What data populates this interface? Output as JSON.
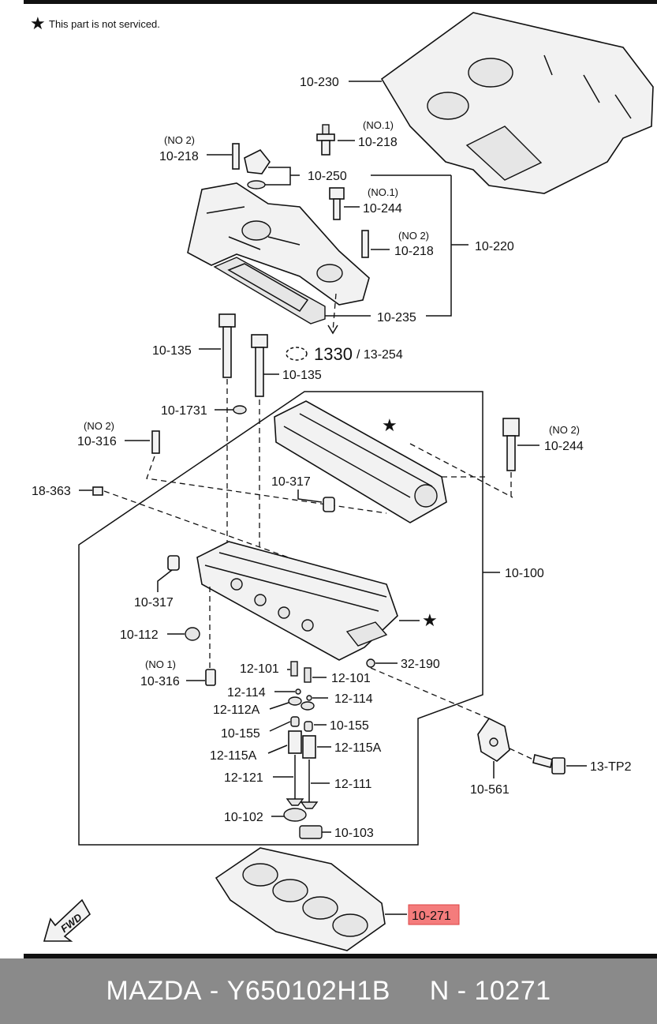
{
  "header": {
    "star_symbol": "★",
    "not_serviced_note": "This part is not serviced."
  },
  "labels": {
    "engine_cover": "10-230",
    "breather_bolt_no1_tag": "(NO.1)",
    "breather_bolt_no1": "10-218",
    "stud_no2_tag": "(NO 2)",
    "stud_no2": "10-218",
    "oil_filler_cap": "10-250",
    "bolt_10244_no1_tag": "(NO.1)",
    "bolt_10244_no1": "10-244",
    "stud_no2b_tag": "(NO 2)",
    "stud_no2b": "10-218",
    "cylinder_head_cover": "10-220",
    "cover_gasket": "10-235",
    "sealant_code": "1330",
    "sealant_ref": "/ 13-254",
    "head_bolt_a": "10-135",
    "head_bolt_b": "10-135",
    "oring_10_1731": "10-1731",
    "stud_316_no2_tag": "(NO 2)",
    "stud_316_no2": "10-316",
    "bolt_244_no2_tag": "(NO 2)",
    "bolt_244_no2": "10-244",
    "plug_18_363": "18-363",
    "dowel_317_top": "10-317",
    "cylinder_head_assy": "10-100",
    "dowel_317_left": "10-317",
    "plug_10_112": "10-112",
    "dowel_316_no1_tag": "(NO 1)",
    "dowel_316_no1": "10-316",
    "tappet_101_a": "12-101",
    "tappet_101_b": "12-101",
    "plug_32_190": "32-190",
    "lock_114_a": "12-114",
    "lock_114_b": "12-114",
    "retainer_112a": "12-112A",
    "seal_155_a": "10-155",
    "seal_155_b": "10-155",
    "spring_115a_a": "12-115A",
    "spring_115a_b": "12-115A",
    "intake_valve": "12-121",
    "exhaust_valve": "12-111",
    "seat_10_102": "10-102",
    "seat_10_103": "10-103",
    "bracket_10_561": "10-561",
    "bolt_13_tp2": "13-TP2",
    "head_gasket": "10-271",
    "fwd": "FWD"
  },
  "colors": {
    "highlight": "#f47c7c",
    "footer_bg": "#8a8a8a",
    "footer_text": "#ffffff"
  },
  "footer": {
    "brand": "MAZDA",
    "part_number": "Y650102H1B",
    "ref": "N - 10271"
  }
}
